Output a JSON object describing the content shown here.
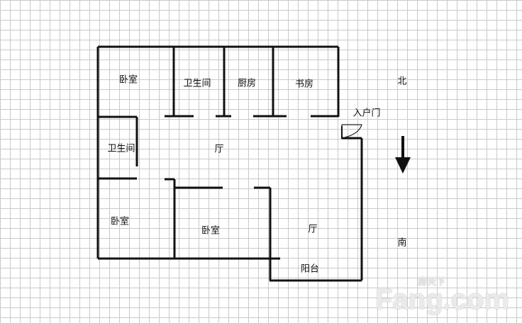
{
  "rooms": {
    "bedroom_nw": "卧室",
    "bath_top": "卫生间",
    "kitchen": "厨房",
    "study": "书房",
    "entry_door": "入户门",
    "bath_west": "卫生间",
    "hall_main": "厅",
    "bedroom_sw": "卧室",
    "bedroom_center": "卧室",
    "hall_south": "厅",
    "balcony": "阳台"
  },
  "compass": {
    "north": "北",
    "south": "南",
    "arrow_icon": "arrow-down-icon"
  },
  "watermark": {
    "brand": "Fang.com",
    "sub": "房天下"
  }
}
